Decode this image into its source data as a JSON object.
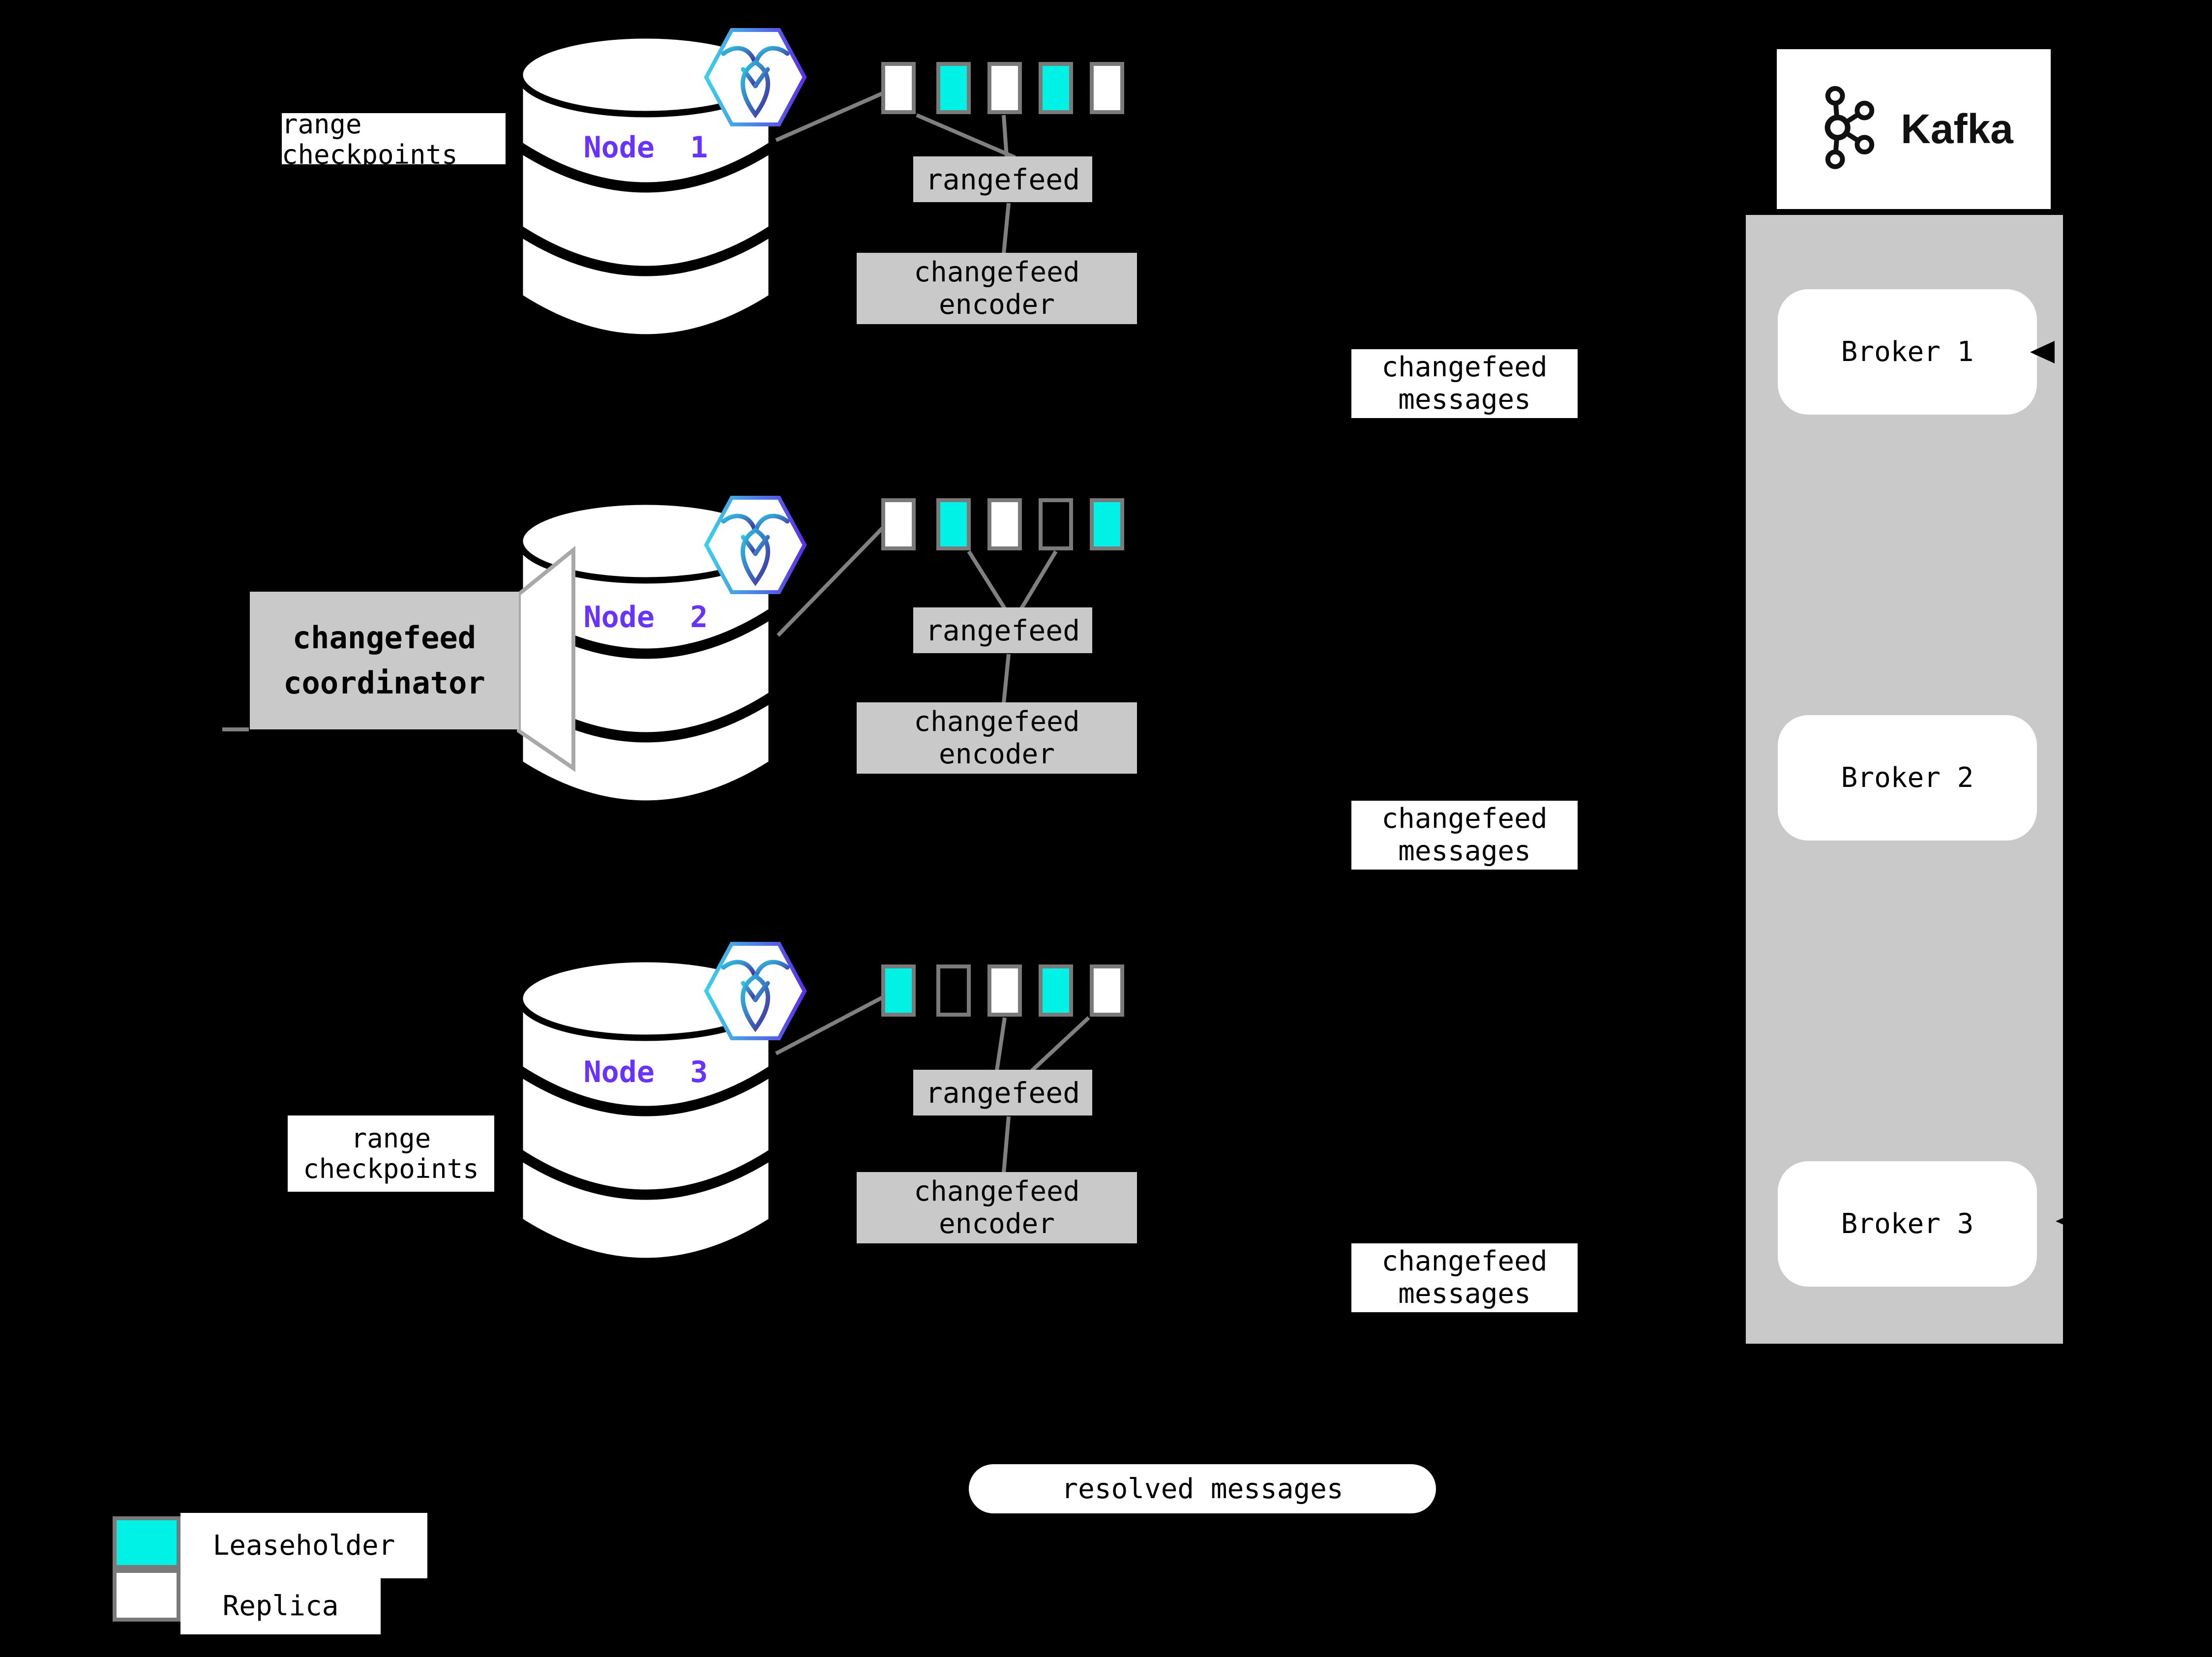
{
  "colors": {
    "background": "#000000",
    "leaseholder_teal": "#00F2E6",
    "replica_white": "#FFFFFF",
    "node_label_purple": "#6933FF",
    "box_gray": "#C9C9C9",
    "connector_gray": "#808080",
    "square_border_gray": "#7A7A7A"
  },
  "nodes": [
    {
      "label": "Node  1",
      "ranges": [
        "replica",
        "leaseholder",
        "replica",
        "leaseholder",
        "replica"
      ],
      "rangefeed_label": "rangefeed",
      "encoder": {
        "line1": "changefeed",
        "line2": "encoder"
      }
    },
    {
      "label": "Node  2",
      "ranges": [
        "replica",
        "leaseholder",
        "replica",
        "empty",
        "leaseholder"
      ],
      "rangefeed_label": "rangefeed",
      "encoder": {
        "line1": "changefeed",
        "line2": "encoder"
      }
    },
    {
      "label": "Node  3",
      "ranges": [
        "leaseholder",
        "empty",
        "replica",
        "leaseholder",
        "replica"
      ],
      "rangefeed_label": "rangefeed",
      "encoder": {
        "line1": "changefeed",
        "line2": "encoder"
      }
    }
  ],
  "annotations": {
    "range_checkpoints": {
      "line1": "range",
      "line2": "checkpoints"
    },
    "changefeed_coordinator": {
      "line1": "changefeed",
      "line2": "coordinator"
    },
    "changefeed_messages": {
      "line1": "changefeed",
      "line2": "messages"
    },
    "resolved_messages": "resolved messages"
  },
  "kafka": {
    "wordmark": "Kafka",
    "brokers": [
      "Broker 1",
      "Broker 2",
      "Broker 3"
    ]
  },
  "legend": [
    {
      "state": "leaseholder",
      "label": "Leaseholder"
    },
    {
      "state": "replica",
      "label": "Replica"
    }
  ],
  "icons": {
    "node_badge": "cockroachdb-logo",
    "sink_logo": "kafka-logo"
  }
}
